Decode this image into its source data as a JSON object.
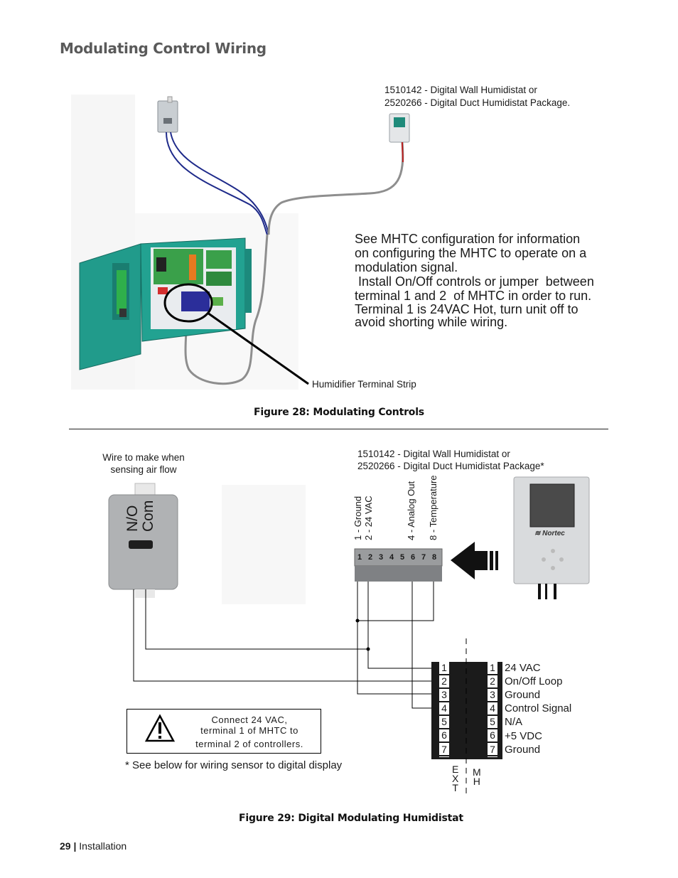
{
  "page": {
    "section_title": "Modulating Control Wiring",
    "footer_page": "29",
    "footer_sep": "|",
    "footer_section": "Installation"
  },
  "figure28": {
    "caption": "Figure 28: Modulating Controls",
    "humidistat_label_line1": "1510142 - Digital Wall Humidistat or",
    "humidistat_label_line2": "2520266 - Digital Duct Humidistat Package.",
    "terminal_strip_label": "Humidifier Terminal Strip",
    "note_lines": [
      "See MHTC configuration for information",
      "on configuring the MHTC to operate on a",
      "modulation signal.",
      " Install On/Off controls or jumper  between",
      "terminal 1 and 2  of MHTC in order to run.",
      "Terminal 1 is 24VAC Hot, turn unit off to",
      "avoid shorting while wiring."
    ]
  },
  "figure29": {
    "caption": "Figure 29: Digital Modulating Humidistat",
    "airflow_label_line1": "Wire to make when",
    "airflow_label_line2": "sensing air flow",
    "switch_labels": [
      "N/O",
      "Com"
    ],
    "humidistat_label_line1": "1510142 - Digital Wall Humidistat or",
    "humidistat_label_line2": "2520266 - Digital Duct Humidistat Package*",
    "pin_labels": [
      "1 - Ground",
      "2 - 24 VAC",
      "4 - Analog Out",
      "8 - Temperature"
    ],
    "connector_pins": [
      "1",
      "2",
      "3",
      "4",
      "5",
      "6",
      "7",
      "8"
    ],
    "brand": "Nortec",
    "terminal_numbers": [
      "1",
      "2",
      "3",
      "4",
      "5",
      "6",
      "7"
    ],
    "terminal_labels": [
      "24 VAC",
      "On/Off Loop",
      "Ground",
      "Control Signal",
      "N/A",
      "+5 VDC",
      "Ground"
    ],
    "ext_label": [
      "E",
      "X",
      "T"
    ],
    "mh_label": [
      "M",
      "H"
    ],
    "warning_lines": [
      "Connect 24 VAC,",
      "terminal 1 of MHTC to",
      "terminal 2 of controllers."
    ],
    "footnote": "* See below for wiring sensor to digital display"
  },
  "colors": {
    "cabinet": "#1f9c8c",
    "board": "#3aa04a",
    "title": "#5a5a5a"
  }
}
